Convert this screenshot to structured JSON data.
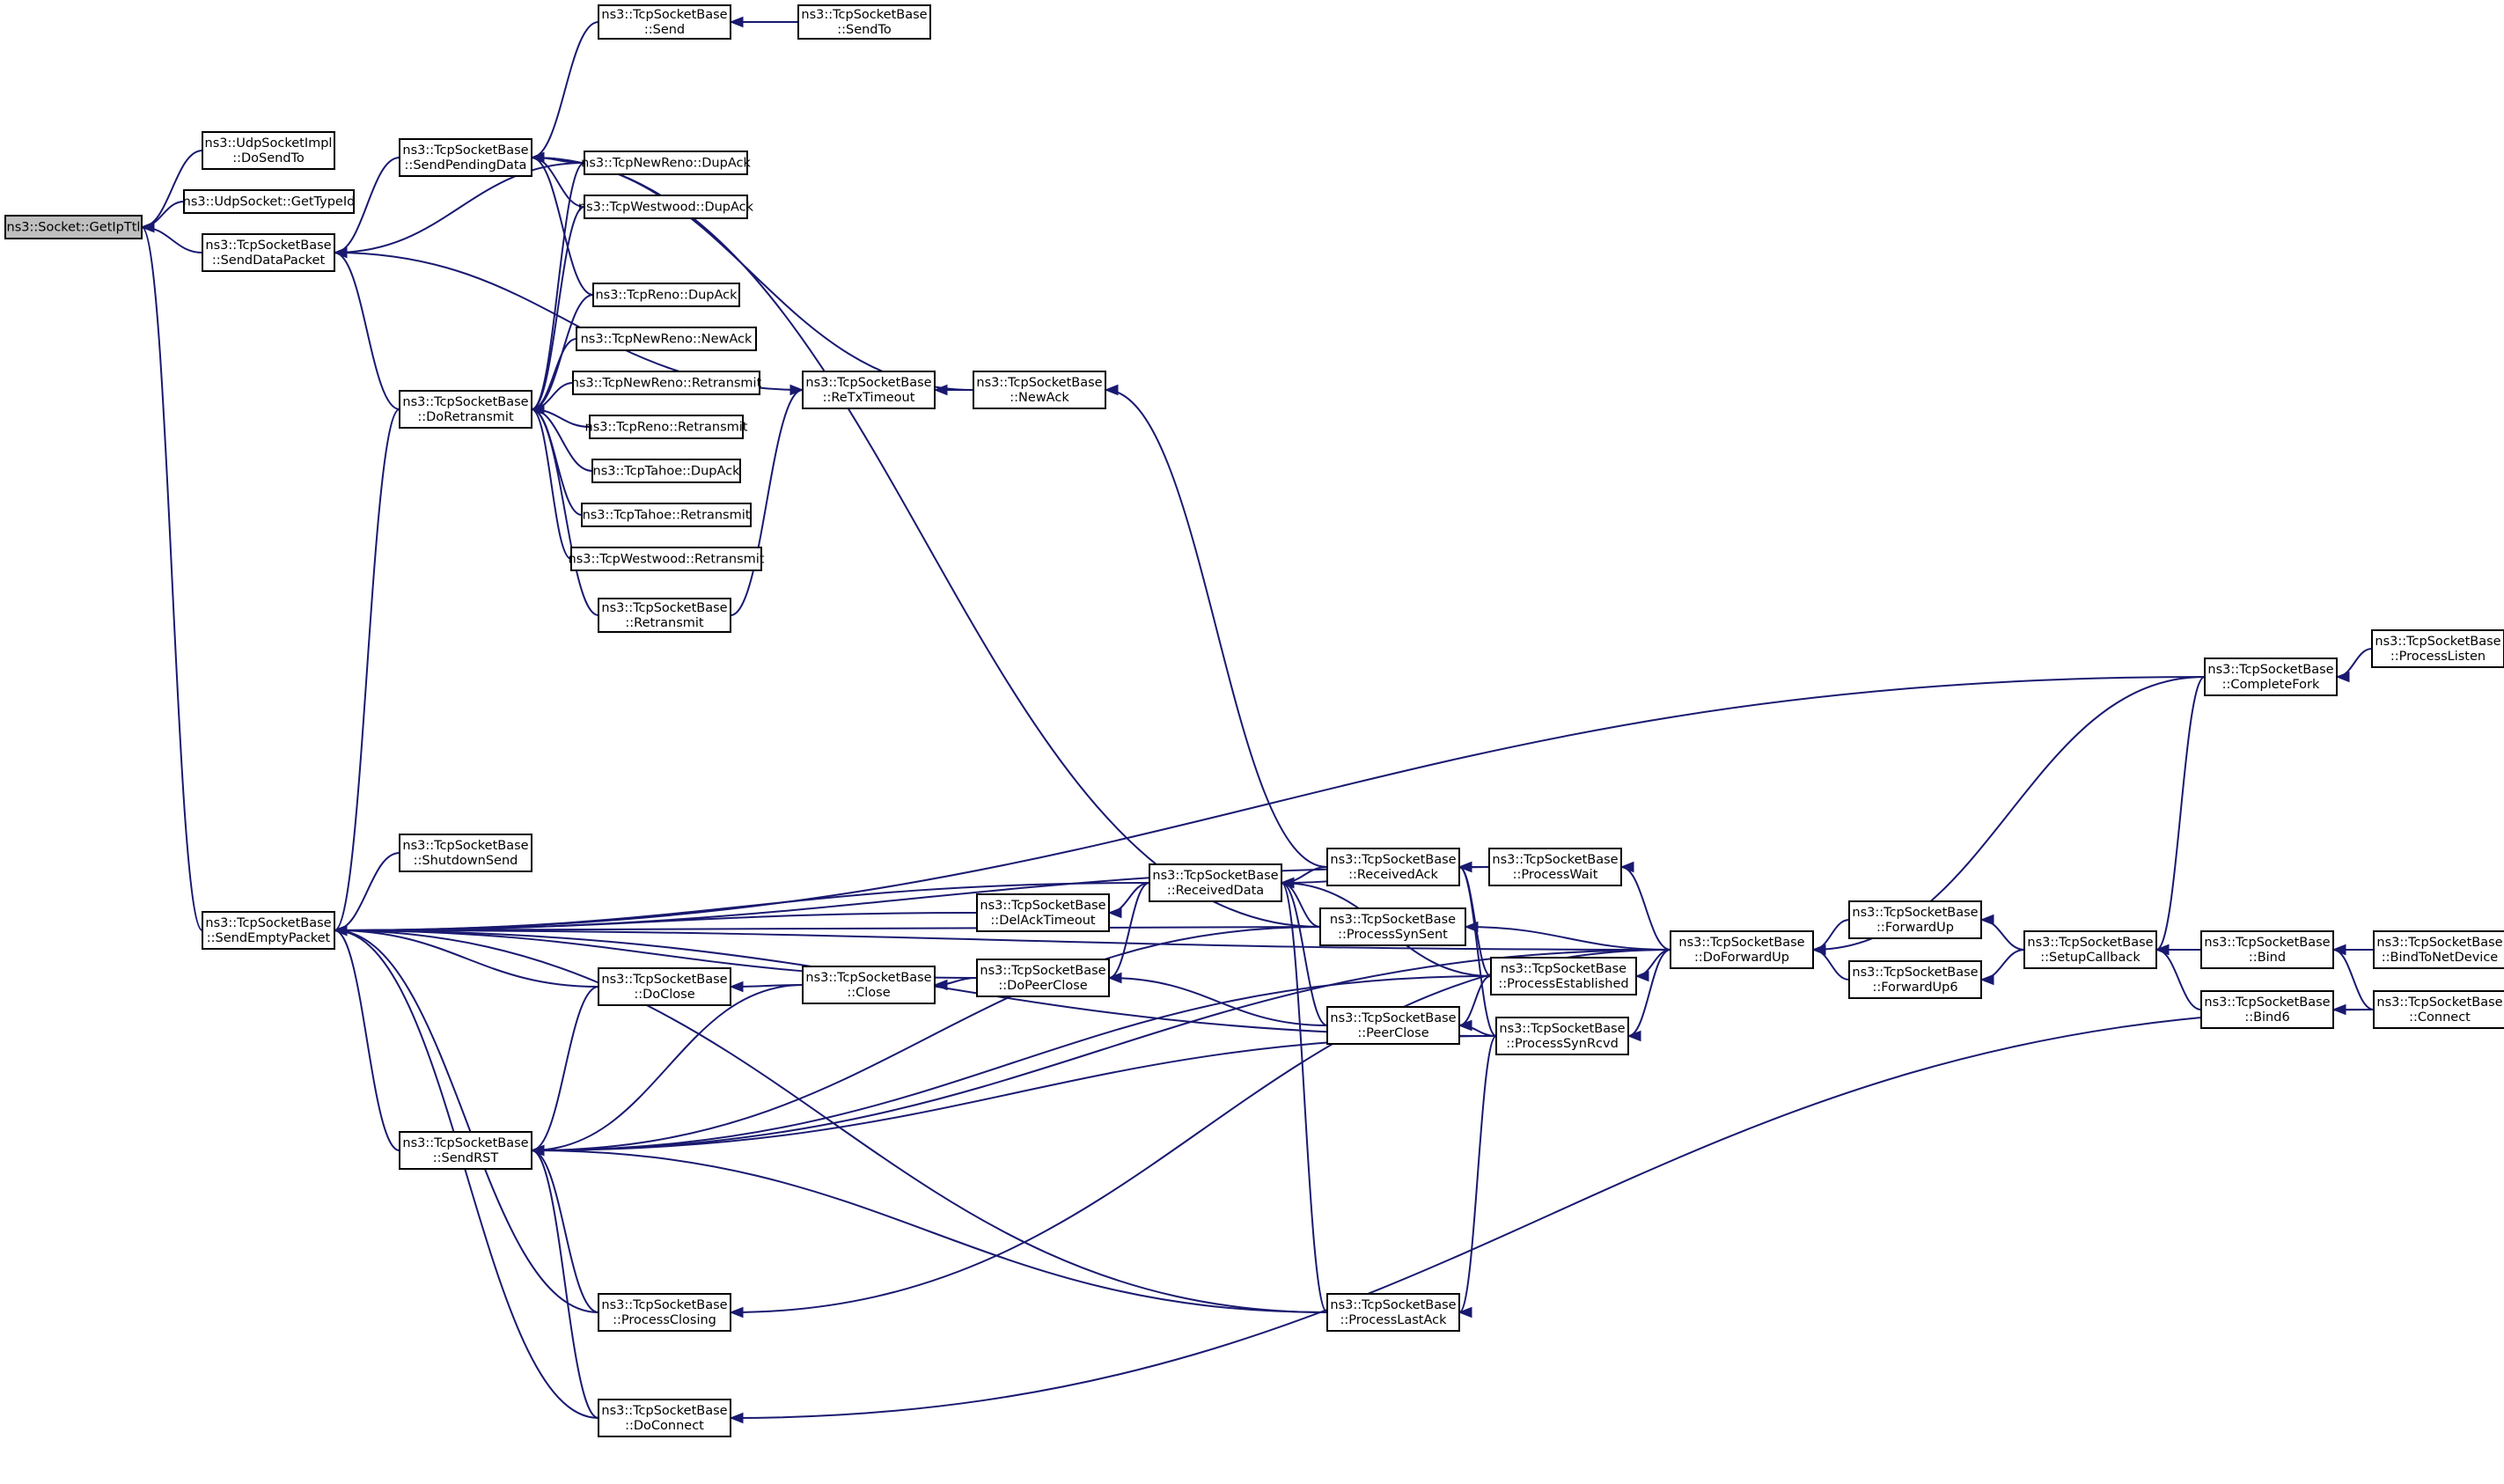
{
  "graph": {
    "direction": "caller graph",
    "colors": {
      "edge": "#191970",
      "box_border": "#000000",
      "focus_fill": "#bfbfbf",
      "node_fill": "#ffffff"
    },
    "nodes": [
      {
        "id": "n0",
        "lines": [
          "ns3::Socket::GetIpTtl"
        ],
        "focus": true
      },
      {
        "id": "n1",
        "lines": [
          "ns3::UdpSocketImpl",
          "::DoSendTo"
        ]
      },
      {
        "id": "n2",
        "lines": [
          "ns3::UdpSocket::GetTypeId"
        ]
      },
      {
        "id": "n3",
        "lines": [
          "ns3::TcpSocketBase",
          "::SendDataPacket"
        ]
      },
      {
        "id": "n4",
        "lines": [
          "ns3::TcpSocketBase",
          "::SendEmptyPacket"
        ]
      },
      {
        "id": "n5",
        "lines": [
          "ns3::TcpSocketBase",
          "::Send"
        ]
      },
      {
        "id": "n6",
        "lines": [
          "ns3::TcpSocketBase",
          "::SendTo"
        ]
      },
      {
        "id": "n7",
        "lines": [
          "ns3::TcpSocketBase",
          "::SendPendingData"
        ]
      },
      {
        "id": "n8",
        "lines": [
          "ns3::TcpNewReno::DupAck"
        ]
      },
      {
        "id": "n9",
        "lines": [
          "ns3::TcpWestwood::DupAck"
        ]
      },
      {
        "id": "n10",
        "lines": [
          "ns3::TcpReno::DupAck"
        ]
      },
      {
        "id": "n11",
        "lines": [
          "ns3::TcpNewReno::NewAck"
        ]
      },
      {
        "id": "n12",
        "lines": [
          "ns3::TcpNewReno::Retransmit"
        ]
      },
      {
        "id": "n13",
        "lines": [
          "ns3::TcpReno::Retransmit"
        ]
      },
      {
        "id": "n14",
        "lines": [
          "ns3::TcpTahoe::DupAck"
        ]
      },
      {
        "id": "n15",
        "lines": [
          "ns3::TcpTahoe::Retransmit"
        ]
      },
      {
        "id": "n16",
        "lines": [
          "ns3::TcpWestwood::Retransmit"
        ]
      },
      {
        "id": "n17",
        "lines": [
          "ns3::TcpSocketBase",
          "::Retransmit"
        ]
      },
      {
        "id": "n18",
        "lines": [
          "ns3::TcpSocketBase",
          "::DoRetransmit"
        ]
      },
      {
        "id": "n19",
        "lines": [
          "ns3::TcpSocketBase",
          "::ReTxTimeout"
        ]
      },
      {
        "id": "n20",
        "lines": [
          "ns3::TcpSocketBase",
          "::NewAck"
        ]
      },
      {
        "id": "n21",
        "lines": [
          "ns3::TcpSocketBase",
          "::ShutdownSend"
        ]
      },
      {
        "id": "n22",
        "lines": [
          "ns3::TcpSocketBase",
          "::DelAckTimeout"
        ]
      },
      {
        "id": "n23",
        "lines": [
          "ns3::TcpSocketBase",
          "::ReceivedData"
        ]
      },
      {
        "id": "n24",
        "lines": [
          "ns3::TcpSocketBase",
          "::ReceivedAck"
        ]
      },
      {
        "id": "n25",
        "lines": [
          "ns3::TcpSocketBase",
          "::ProcessWait"
        ]
      },
      {
        "id": "n26",
        "lines": [
          "ns3::TcpSocketBase",
          "::ProcessSynSent"
        ]
      },
      {
        "id": "n27",
        "lines": [
          "ns3::TcpSocketBase",
          "::DoPeerClose"
        ]
      },
      {
        "id": "n28",
        "lines": [
          "ns3::TcpSocketBase",
          "::Close"
        ]
      },
      {
        "id": "n29",
        "lines": [
          "ns3::TcpSocketBase",
          "::DoClose"
        ]
      },
      {
        "id": "n30",
        "lines": [
          "ns3::TcpSocketBase",
          "::PeerClose"
        ]
      },
      {
        "id": "n31",
        "lines": [
          "ns3::TcpSocketBase",
          "::ProcessEstablished"
        ]
      },
      {
        "id": "n32",
        "lines": [
          "ns3::TcpSocketBase",
          "::ProcessSynRcvd"
        ]
      },
      {
        "id": "n33",
        "lines": [
          "ns3::TcpSocketBase",
          "::SendRST"
        ]
      },
      {
        "id": "n34",
        "lines": [
          "ns3::TcpSocketBase",
          "::ProcessClosing"
        ]
      },
      {
        "id": "n35",
        "lines": [
          "ns3::TcpSocketBase",
          "::ProcessLastAck"
        ]
      },
      {
        "id": "n36",
        "lines": [
          "ns3::TcpSocketBase",
          "::DoConnect"
        ]
      },
      {
        "id": "n37",
        "lines": [
          "ns3::TcpSocketBase",
          "::DoForwardUp"
        ]
      },
      {
        "id": "n38",
        "lines": [
          "ns3::TcpSocketBase",
          "::ForwardUp"
        ]
      },
      {
        "id": "n39",
        "lines": [
          "ns3::TcpSocketBase",
          "::ForwardUp6"
        ]
      },
      {
        "id": "n40",
        "lines": [
          "ns3::TcpSocketBase",
          "::SetupCallback"
        ]
      },
      {
        "id": "n41",
        "lines": [
          "ns3::TcpSocketBase",
          "::CompleteFork"
        ]
      },
      {
        "id": "n42",
        "lines": [
          "ns3::TcpSocketBase",
          "::ProcessListen"
        ]
      },
      {
        "id": "n43",
        "lines": [
          "ns3::TcpSocketBase",
          "::Bind"
        ]
      },
      {
        "id": "n44",
        "lines": [
          "ns3::TcpSocketBase",
          "::Bind6"
        ]
      },
      {
        "id": "n45",
        "lines": [
          "ns3::TcpSocketBase",
          "::BindToNetDevice"
        ]
      },
      {
        "id": "n46",
        "lines": [
          "ns3::TcpSocketBase",
          "::Connect"
        ]
      }
    ],
    "edges": [
      [
        "n0",
        "n1"
      ],
      [
        "n0",
        "n2"
      ],
      [
        "n0",
        "n3"
      ],
      [
        "n0",
        "n4"
      ],
      [
        "n3",
        "n7"
      ],
      [
        "n3",
        "n8"
      ],
      [
        "n3",
        "n18"
      ],
      [
        "n3",
        "n19"
      ],
      [
        "n7",
        "n5"
      ],
      [
        "n5",
        "n6"
      ],
      [
        "n7",
        "n8"
      ],
      [
        "n7",
        "n9"
      ],
      [
        "n7",
        "n10"
      ],
      [
        "n7",
        "n20"
      ],
      [
        "n7",
        "n26"
      ],
      [
        "n18",
        "n8"
      ],
      [
        "n18",
        "n9"
      ],
      [
        "n18",
        "n10"
      ],
      [
        "n18",
        "n11"
      ],
      [
        "n18",
        "n12"
      ],
      [
        "n18",
        "n13"
      ],
      [
        "n18",
        "n14"
      ],
      [
        "n18",
        "n15"
      ],
      [
        "n18",
        "n16"
      ],
      [
        "n18",
        "n17"
      ],
      [
        "n19",
        "n17"
      ],
      [
        "n19",
        "n20"
      ],
      [
        "n20",
        "n24"
      ],
      [
        "n4",
        "n18"
      ],
      [
        "n4",
        "n41"
      ],
      [
        "n4",
        "n37"
      ],
      [
        "n4",
        "n25"
      ],
      [
        "n4",
        "n23"
      ],
      [
        "n4",
        "n21"
      ],
      [
        "n4",
        "n26"
      ],
      [
        "n4",
        "n22"
      ],
      [
        "n4",
        "n27"
      ],
      [
        "n4",
        "n29"
      ],
      [
        "n4",
        "n33"
      ],
      [
        "n4",
        "n34"
      ],
      [
        "n4",
        "n32"
      ],
      [
        "n4",
        "n36"
      ],
      [
        "n4",
        "n35"
      ],
      [
        "n22",
        "n23"
      ],
      [
        "n23",
        "n24"
      ],
      [
        "n23",
        "n25"
      ],
      [
        "n23",
        "n26"
      ],
      [
        "n23",
        "n31"
      ],
      [
        "n23",
        "n30"
      ],
      [
        "n23",
        "n35"
      ],
      [
        "n27",
        "n23"
      ],
      [
        "n27",
        "n30"
      ],
      [
        "n28",
        "n27"
      ],
      [
        "n29",
        "n28"
      ],
      [
        "n24",
        "n25"
      ],
      [
        "n24",
        "n31"
      ],
      [
        "n24",
        "n32"
      ],
      [
        "n25",
        "n37"
      ],
      [
        "n26",
        "n37"
      ],
      [
        "n30",
        "n31"
      ],
      [
        "n30",
        "n32"
      ],
      [
        "n31",
        "n37"
      ],
      [
        "n32",
        "n37"
      ],
      [
        "n35",
        "n32"
      ],
      [
        "n34",
        "n37"
      ],
      [
        "n33",
        "n29"
      ],
      [
        "n33",
        "n28"
      ],
      [
        "n33",
        "n26"
      ],
      [
        "n33",
        "n31"
      ],
      [
        "n33",
        "n32"
      ],
      [
        "n33",
        "n35"
      ],
      [
        "n33",
        "n37"
      ],
      [
        "n33",
        "n34"
      ],
      [
        "n33",
        "n36"
      ],
      [
        "n37",
        "n41"
      ],
      [
        "n37",
        "n38"
      ],
      [
        "n37",
        "n39"
      ],
      [
        "n38",
        "n40"
      ],
      [
        "n39",
        "n40"
      ],
      [
        "n41",
        "n42"
      ],
      [
        "n40",
        "n41"
      ],
      [
        "n40",
        "n43"
      ],
      [
        "n40",
        "n44"
      ],
      [
        "n43",
        "n45"
      ],
      [
        "n43",
        "n46"
      ],
      [
        "n44",
        "n46"
      ],
      [
        "n36",
        "n46"
      ]
    ]
  }
}
